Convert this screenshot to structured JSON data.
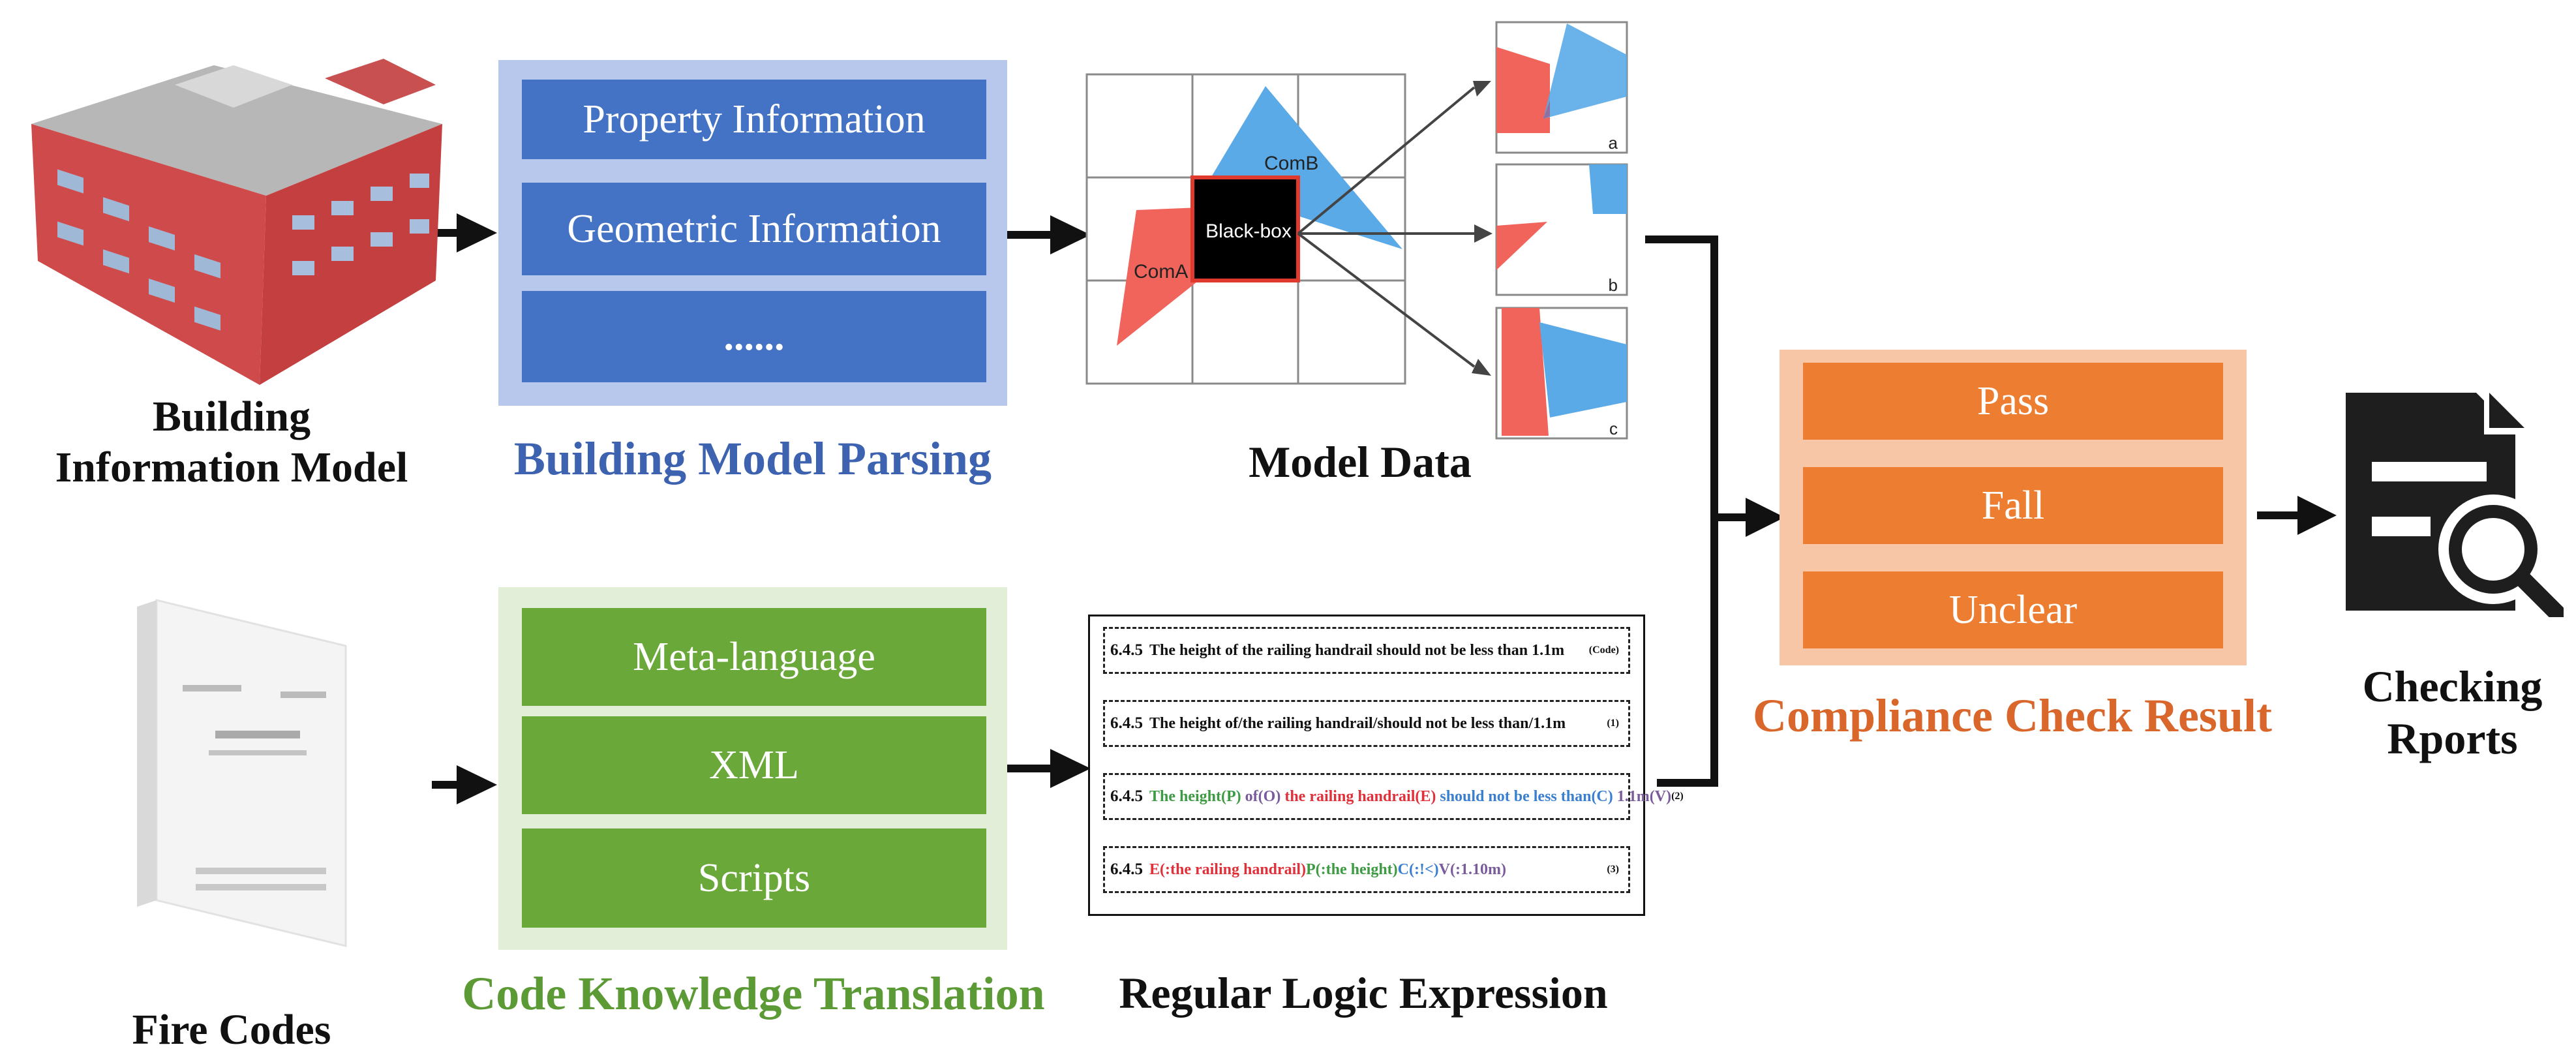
{
  "bim": {
    "label_line1": "Building",
    "label_line2": "Information Model"
  },
  "fire_codes": {
    "label": "Fire Codes"
  },
  "parsing": {
    "caption": "Building Model Parsing",
    "items": [
      "Property Information",
      "Geometric Information",
      "......"
    ]
  },
  "translation": {
    "caption": "Code Knowledge Translation",
    "items": [
      "Meta-language",
      "XML",
      "Scripts"
    ]
  },
  "model_data": {
    "caption": "Model Data",
    "black_box": "Black-box",
    "com_a": "ComA",
    "com_b": "ComB",
    "views": [
      "a",
      "b",
      "c"
    ]
  },
  "regular_logic": {
    "caption": "Regular Logic Expression",
    "rows": [
      {
        "num": "6.4.5",
        "tag": "(Code)",
        "parts": [
          {
            "text": "The height of the railing handrail should not be less than 1.1m",
            "color": "black"
          }
        ]
      },
      {
        "num": "6.4.5",
        "tag": "(1)",
        "parts": [
          {
            "text": "The height of/the railing handrail/should not be less than/1.1m",
            "color": "black"
          }
        ]
      },
      {
        "num": "6.4.5",
        "tag": "(2)",
        "parts": [
          {
            "text": "The height(P) ",
            "color": "green"
          },
          {
            "text": "of(O) ",
            "color": "purple"
          },
          {
            "text": "the railing handrail(E) ",
            "color": "red"
          },
          {
            "text": "should not be less than(C) ",
            "color": "blue"
          },
          {
            "text": "1.1m(V)",
            "color": "purple"
          }
        ]
      },
      {
        "num": "6.4.5",
        "tag": "(3)",
        "parts": [
          {
            "text": "E(:the railing handrail)",
            "color": "red"
          },
          {
            "text": "P(:the height)",
            "color": "green"
          },
          {
            "text": "C(:!<)",
            "color": "blue"
          },
          {
            "text": "V(:1.10m)",
            "color": "purple"
          }
        ]
      }
    ]
  },
  "result": {
    "caption": "Compliance Check Result",
    "items": [
      "Pass",
      "Fall",
      "Unclear"
    ]
  },
  "report": {
    "label_line1": "Checking",
    "label_line2": "Rports"
  },
  "colors": {
    "blue": "#4472c4",
    "green": "#6aa83a",
    "orange": "#ed7d31"
  }
}
